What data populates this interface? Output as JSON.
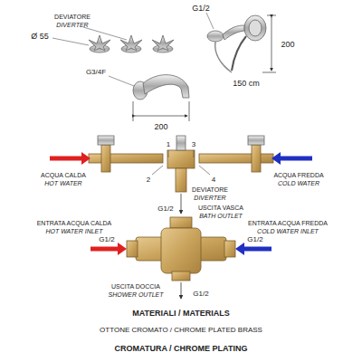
{
  "diagram": {
    "labels": [
      "G1/2",
      "DEVIATORE",
      "DIVERTER",
      "Ø 55",
      "200",
      "150 cm",
      "G3/4F",
      "200",
      "1",
      "3",
      "ACQUA CALDA",
      "HOT WATER",
      "ACQUA FREDDA",
      "COLD WATER",
      "2",
      "4",
      "DEVIATORE",
      "DIVERTER",
      "G1/2",
      "USCITA VASCA",
      "BATH OUTLET",
      "ENTRATA ACQUA CALDA",
      "HOT WATER INLET",
      "G1/2",
      "ENTRATA ACQUA FREDDA",
      "COLD WATER INLET",
      "G1/2",
      "USCITA DOCCIA",
      "SHOWER OUTLET",
      "G1/2",
      "MATERIALI / MATERIALS",
      "OTTONE CROMATO / CHROME PLATED BRASS",
      "CROMATURA / CHROME PLATING"
    ]
  }
}
